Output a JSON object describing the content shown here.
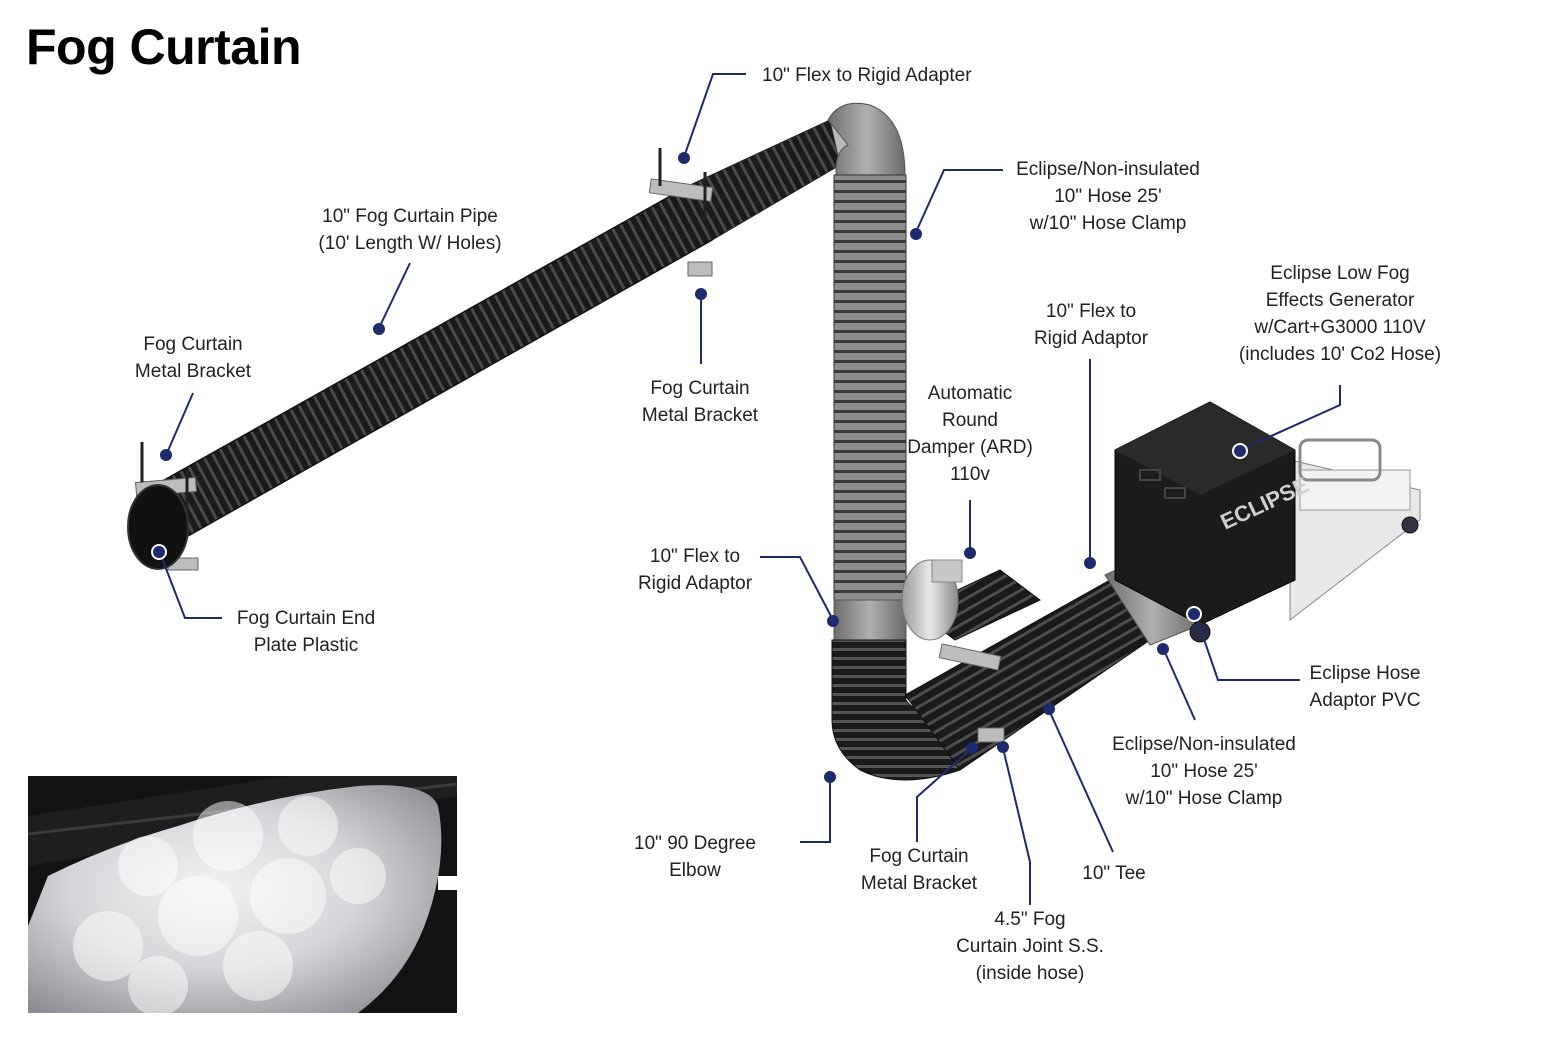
{
  "title": "Fog Curtain",
  "colors": {
    "leader": "#1e2a6e",
    "hose_black": "#1c1c1c",
    "hose_grey": "#8e8e8e",
    "metal": "#c9c9c9"
  },
  "labels": {
    "flex_rigid_top": [
      "10\" Flex to Rigid Adapter"
    ],
    "eclipse_hose_top": [
      "Eclipse/Non-insulated",
      "10\" Hose 25'",
      "w/10\" Hose Clamp"
    ],
    "fog_curtain_pipe": [
      "10\" Fog Curtain Pipe",
      "(10' Length W/ Holes)"
    ],
    "bracket_left": [
      "Fog Curtain",
      "Metal Bracket"
    ],
    "bracket_mid": [
      "Fog Curtain",
      "Metal Bracket"
    ],
    "generator": [
      "Eclipse Low Fog",
      "Effects Generator",
      "w/Cart+G3000 110V",
      "(includes 10' Co2 Hose)"
    ],
    "flex_rigid_right": [
      "10\" Flex to",
      "Rigid Adaptor"
    ],
    "ard": [
      "Automatic",
      "Round",
      "Damper (ARD)",
      "110v"
    ],
    "flex_rigid_left": [
      "10\" Flex to",
      "Rigid Adaptor"
    ],
    "end_plate": [
      "Fog Curtain End",
      "Plate Plastic"
    ],
    "hose_adaptor": [
      "Eclipse Hose",
      "Adaptor PVC"
    ],
    "eclipse_hose_bottom": [
      "Eclipse/Non-insulated",
      "10\" Hose 25'",
      "w/10\" Hose Clamp"
    ],
    "elbow": [
      "10\" 90 Degree",
      "Elbow"
    ],
    "bracket_bottom": [
      "Fog Curtain",
      "Metal Bracket"
    ],
    "tee": [
      "10\" Tee"
    ],
    "joint": [
      "4.5\" Fog",
      "Curtain Joint S.S.",
      "(inside hose)"
    ]
  },
  "generator_brand": "ECLIPSE"
}
